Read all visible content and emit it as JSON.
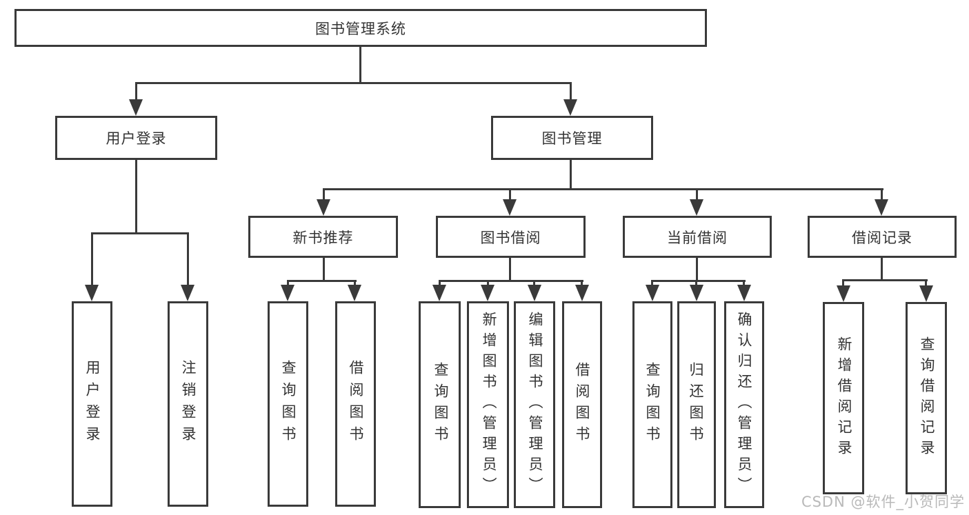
{
  "diagram": {
    "root": "图书管理系统",
    "branches": [
      {
        "label": "用户登录",
        "children": [
          "用户登录",
          "注销登录"
        ]
      },
      {
        "label": "图书管理",
        "children": [
          {
            "label": "新书推荐",
            "children": [
              "查询图书",
              "借阅图书"
            ]
          },
          {
            "label": "图书借阅",
            "children": [
              "查询图书",
              "新增图书（管理员）",
              "编辑图书（管理员）",
              "借阅图书"
            ]
          },
          {
            "label": "当前借阅",
            "children": [
              "查询图书",
              "归还图书",
              "确认归还（管理员）"
            ]
          },
          {
            "label": "借阅记录",
            "children": [
              "新增借阅记录",
              "查询借阅记录"
            ]
          }
        ]
      }
    ]
  },
  "watermark": "CSDN @软件_小贺同学",
  "colors": {
    "line": "#3a3a3a",
    "text": "#333333",
    "watermark": "#b9b9b9",
    "background": "#ffffff"
  }
}
